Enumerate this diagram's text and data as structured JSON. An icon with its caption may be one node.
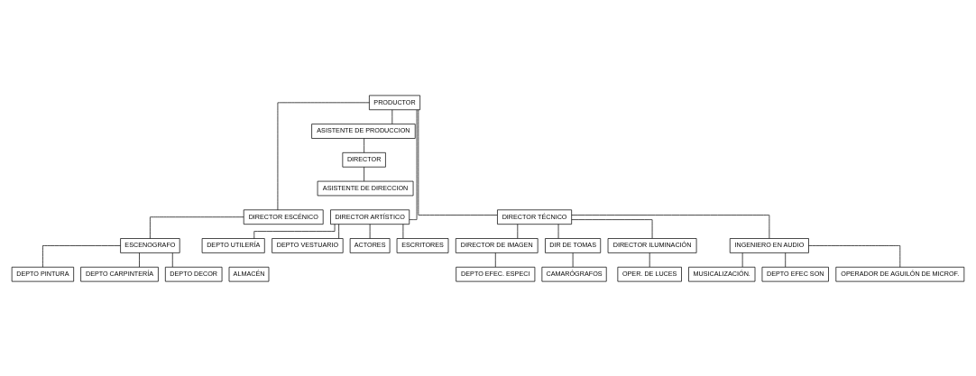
{
  "diagram": {
    "nodes": [
      {
        "text": [
          "PRODUCTOR"
        ]
      },
      {
        "text": [
          "ASISTENTE DE PRODUCCION"
        ]
      },
      {
        "text": [
          "DIRECTOR"
        ]
      },
      {
        "text": [
          "ASISTENTE DE DIRECCION"
        ]
      },
      {
        "text": [
          "DIRECTOR ESCÉNICO"
        ]
      },
      {
        "text": [
          "DIRECTOR ARTÍSTICO"
        ]
      },
      {
        "text": [
          "DIRECTOR TÉCNICO"
        ]
      },
      {
        "text": [
          "ESCENOGRAFO"
        ]
      },
      {
        "text": [
          "DEPTO PINTURA"
        ]
      },
      {
        "text": [
          "DEPTO CARPINTERÍA"
        ]
      },
      {
        "text": [
          "DEPTO DECOR"
        ]
      },
      {
        "text": [
          "DEPTO VESTUARIO"
        ]
      },
      {
        "text": [
          "ACTORES"
        ]
      },
      {
        "text": [
          "ESCRITORES"
        ]
      },
      {
        "text": [
          "DEPTO UTILERÍA"
        ]
      },
      {
        "text": [
          "ALMACÉN"
        ]
      },
      {
        "text": [
          "DIR DE TOMAS"
        ]
      },
      {
        "text": [
          "DIRECTOR ILUMINACIÓN"
        ]
      },
      {
        "text": [
          "INGENIERO EN AUDIO"
        ]
      },
      {
        "text": [
          "DIRECTOR DE IMAGEN"
        ]
      },
      {
        "text": [
          "CAMARÓGRAFOS"
        ]
      },
      {
        "text": [
          "OPER. DE LUCES"
        ]
      },
      {
        "text": [
          "OPERADOR DE AGUILÓN DE MICROF."
        ]
      },
      {
        "text": [
          "MUSICALIZACIÓN."
        ]
      },
      {
        "text": [
          "DEPTO EFEC SON"
        ]
      },
      {
        "text": [
          "DEPTO EFEC. ESPECI"
        ]
      }
    ],
    "edges": [
      {
        "from": 0,
        "to": 1,
        "arrow": "none"
      },
      {
        "from": 1,
        "to": 2,
        "arrow": "none"
      },
      {
        "from": 2,
        "to": 3,
        "arrow": "none"
      },
      {
        "from": 0,
        "to": 4,
        "arrow": "none"
      },
      {
        "from": 0,
        "to": 5,
        "arrow": "none"
      },
      {
        "from": 0,
        "to": 6,
        "arrow": "none"
      },
      {
        "from": 4,
        "to": 7,
        "arrow": "none"
      },
      {
        "from": 7,
        "to": 8,
        "arrow": "none"
      },
      {
        "from": 7,
        "to": 9,
        "arrow": "none"
      },
      {
        "from": 7,
        "to": 10,
        "arrow": "none"
      },
      {
        "from": 5,
        "to": 11,
        "arrow": "none"
      },
      {
        "from": 5,
        "to": 12,
        "arrow": "none"
      },
      {
        "from": 5,
        "to": 13,
        "arrow": "none"
      },
      {
        "from": 5,
        "to": 14,
        "arrow": "none"
      },
      {
        "from": 6,
        "to": 16,
        "arrow": "none"
      },
      {
        "from": 6,
        "to": 17,
        "arrow": "none"
      },
      {
        "from": 6,
        "to": 18,
        "arrow": "none"
      },
      {
        "from": 6,
        "to": 19,
        "arrow": "none"
      },
      {
        "from": 16,
        "to": 20,
        "arrow": "none"
      },
      {
        "from": 17,
        "to": 21,
        "arrow": "none"
      },
      {
        "from": 18,
        "to": 22,
        "arrow": "none"
      },
      {
        "from": 18,
        "to": 23,
        "arrow": "none"
      },
      {
        "from": 18,
        "to": 24,
        "arrow": "none"
      },
      {
        "from": 19,
        "to": 25,
        "arrow": "none"
      }
    ]
  }
}
